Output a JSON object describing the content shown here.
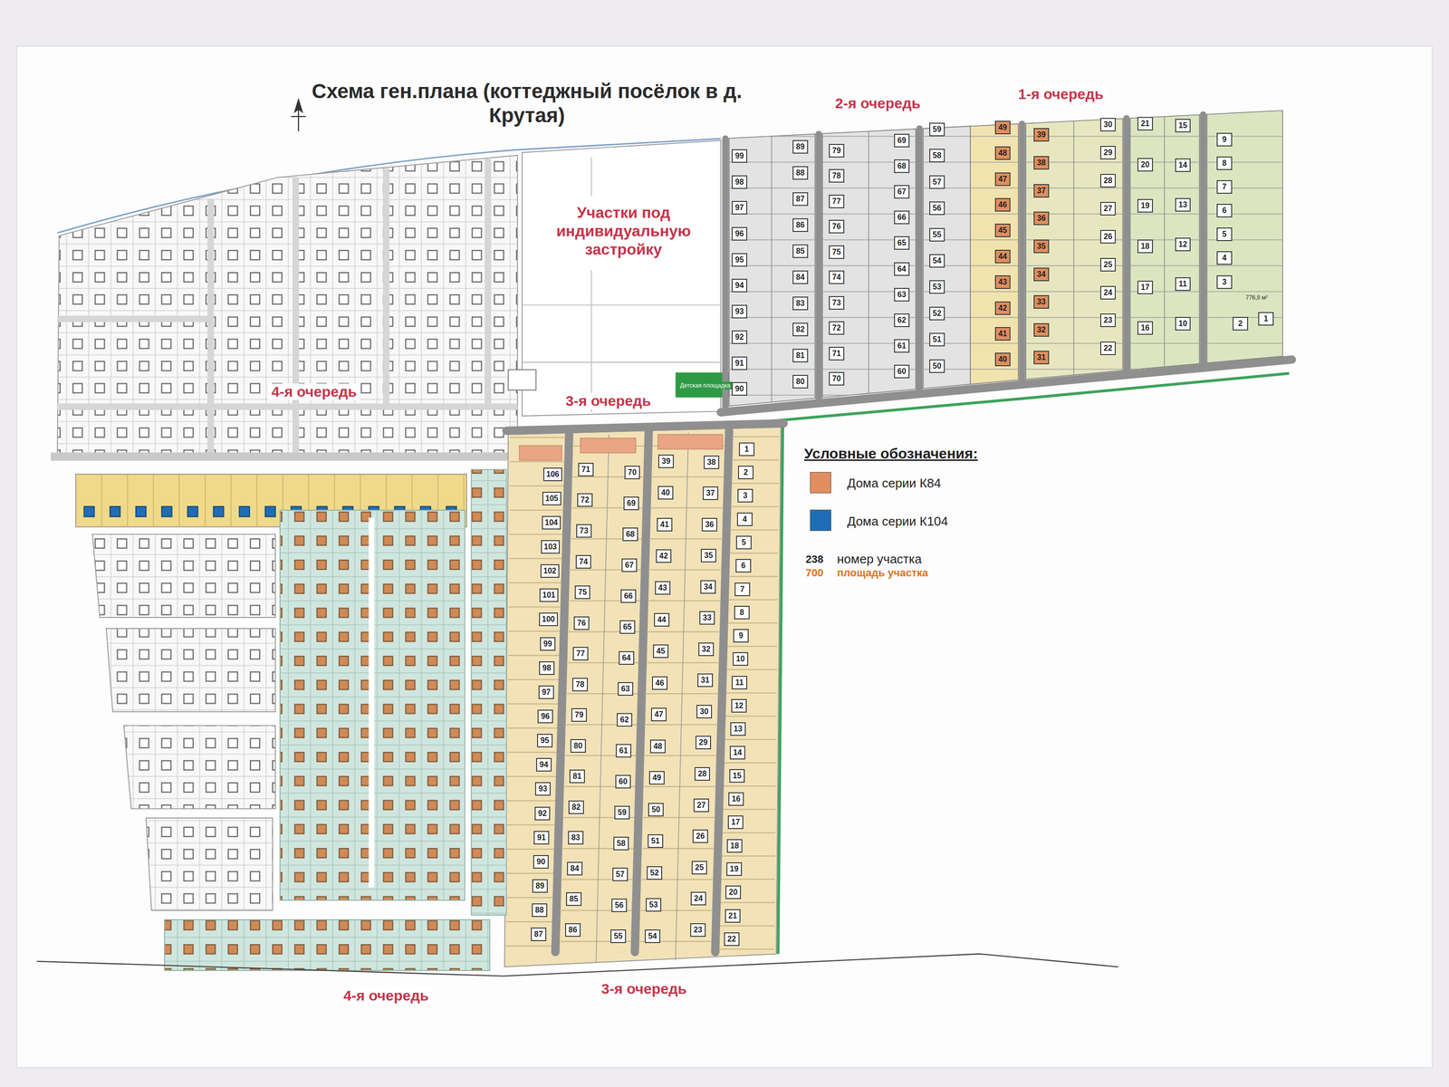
{
  "diagram": {
    "title": "Схема ген.плана (коттеджный посёлок в д. Крутая)",
    "nodes": [
      {
        "text": [
          "99"
        ]
      },
      {
        "text": [
          "98"
        ]
      },
      {
        "text": [
          "97"
        ]
      },
      {
        "text": [
          "96"
        ]
      },
      {
        "text": [
          "95"
        ]
      },
      {
        "text": [
          "94"
        ]
      },
      {
        "text": [
          "93"
        ]
      },
      {
        "text": [
          "92"
        ]
      },
      {
        "text": [
          "91"
        ]
      },
      {
        "text": [
          "90"
        ]
      },
      {
        "text": [
          "89"
        ]
      },
      {
        "text": [
          "88"
        ]
      },
      {
        "text": [
          "87"
        ]
      },
      {
        "text": [
          "86"
        ]
      },
      {
        "text": [
          "85"
        ]
      },
      {
        "text": [
          "84"
        ]
      },
      {
        "text": [
          "83"
        ]
      },
      {
        "text": [
          "82"
        ]
      },
      {
        "text": [
          "81"
        ]
      },
      {
        "text": [
          "80"
        ]
      },
      {
        "text": [
          "79"
        ]
      },
      {
        "text": [
          "78"
        ]
      },
      {
        "text": [
          "77"
        ]
      },
      {
        "text": [
          "76"
        ]
      },
      {
        "text": [
          "75"
        ]
      },
      {
        "text": [
          "74"
        ]
      },
      {
        "text": [
          "73"
        ]
      },
      {
        "text": [
          "72"
        ]
      },
      {
        "text": [
          "71"
        ]
      },
      {
        "text": [
          "70"
        ]
      },
      {
        "text": [
          "69"
        ]
      },
      {
        "text": [
          "68"
        ]
      },
      {
        "text": [
          "67"
        ]
      },
      {
        "text": [
          "66"
        ]
      },
      {
        "text": [
          "65"
        ]
      },
      {
        "text": [
          "64"
        ]
      },
      {
        "text": [
          "63"
        ]
      },
      {
        "text": [
          "62"
        ]
      },
      {
        "text": [
          "61"
        ]
      },
      {
        "text": [
          "60"
        ]
      },
      {
        "text": [
          "59"
        ]
      },
      {
        "text": [
          "58"
        ]
      },
      {
        "text": [
          "57"
        ]
      },
      {
        "text": [
          "56"
        ]
      },
      {
        "text": [
          "55"
        ]
      },
      {
        "text": [
          "54"
        ]
      },
      {
        "text": [
          "53"
        ]
      },
      {
        "text": [
          "52"
        ]
      },
      {
        "text": [
          "51"
        ]
      },
      {
        "text": [
          "50"
        ]
      },
      {
        "text": [
          "49"
        ]
      },
      {
        "text": [
          "48"
        ]
      },
      {
        "text": [
          "47"
        ]
      },
      {
        "text": [
          "46"
        ]
      },
      {
        "text": [
          "45"
        ]
      },
      {
        "text": [
          "44"
        ]
      },
      {
        "text": [
          "43"
        ]
      },
      {
        "text": [
          "42"
        ]
      },
      {
        "text": [
          "41"
        ]
      },
      {
        "text": [
          "40"
        ]
      },
      {
        "text": [
          "39"
        ]
      },
      {
        "text": [
          "38"
        ]
      },
      {
        "text": [
          "37"
        ]
      },
      {
        "text": [
          "36"
        ]
      },
      {
        "text": [
          "35"
        ]
      },
      {
        "text": [
          "34"
        ]
      },
      {
        "text": [
          "33"
        ]
      },
      {
        "text": [
          "32"
        ]
      },
      {
        "text": [
          "31"
        ]
      },
      {
        "text": [
          "30"
        ]
      },
      {
        "text": [
          "29"
        ]
      },
      {
        "text": [
          "28"
        ]
      },
      {
        "text": [
          "27"
        ]
      },
      {
        "text": [
          "26"
        ]
      },
      {
        "text": [
          "25"
        ]
      },
      {
        "text": [
          "24"
        ]
      },
      {
        "text": [
          "23"
        ]
      },
      {
        "text": [
          "22"
        ]
      },
      {
        "text": [
          "21"
        ]
      },
      {
        "text": [
          "20"
        ]
      },
      {
        "text": [
          "19"
        ]
      },
      {
        "text": [
          "18"
        ]
      },
      {
        "text": [
          "17"
        ]
      },
      {
        "text": [
          "16"
        ]
      },
      {
        "text": [
          "15"
        ]
      },
      {
        "text": [
          "14"
        ]
      },
      {
        "text": [
          "13"
        ]
      },
      {
        "text": [
          "12"
        ]
      },
      {
        "text": [
          "11"
        ]
      },
      {
        "text": [
          "10"
        ]
      },
      {
        "text": [
          "9"
        ]
      },
      {
        "text": [
          "8"
        ]
      },
      {
        "text": [
          "7"
        ]
      },
      {
        "text": [
          "6"
        ]
      },
      {
        "text": [
          "5"
        ]
      },
      {
        "text": [
          "4"
        ]
      },
      {
        "text": [
          "3"
        ]
      },
      {
        "text": [
          "2"
        ]
      },
      {
        "text": [
          "1"
        ]
      },
      {
        "text": [
          "106"
        ]
      },
      {
        "text": [
          "105"
        ]
      },
      {
        "text": [
          "104"
        ]
      },
      {
        "text": [
          "103"
        ]
      },
      {
        "text": [
          "102"
        ]
      },
      {
        "text": [
          "101"
        ]
      },
      {
        "text": [
          "100"
        ]
      },
      {
        "text": [
          "99"
        ]
      },
      {
        "text": [
          "98"
        ]
      },
      {
        "text": [
          "97"
        ]
      },
      {
        "text": [
          "96"
        ]
      },
      {
        "text": [
          "95"
        ]
      },
      {
        "text": [
          "94"
        ]
      },
      {
        "text": [
          "93"
        ]
      },
      {
        "text": [
          "92"
        ]
      },
      {
        "text": [
          "91"
        ]
      },
      {
        "text": [
          "90"
        ]
      },
      {
        "text": [
          "89"
        ]
      },
      {
        "text": [
          "88"
        ]
      },
      {
        "text": [
          "87"
        ]
      },
      {
        "text": [
          "71"
        ]
      },
      {
        "text": [
          "72"
        ]
      },
      {
        "text": [
          "73"
        ]
      },
      {
        "text": [
          "74"
        ]
      },
      {
        "text": [
          "75"
        ]
      },
      {
        "text": [
          "76"
        ]
      },
      {
        "text": [
          "77"
        ]
      },
      {
        "text": [
          "78"
        ]
      },
      {
        "text": [
          "79"
        ]
      },
      {
        "text": [
          "80"
        ]
      },
      {
        "text": [
          "81"
        ]
      },
      {
        "text": [
          "82"
        ]
      },
      {
        "text": [
          "83"
        ]
      },
      {
        "text": [
          "84"
        ]
      },
      {
        "text": [
          "85"
        ]
      },
      {
        "text": [
          "86"
        ]
      },
      {
        "text": [
          "70"
        ]
      },
      {
        "text": [
          "69"
        ]
      },
      {
        "text": [
          "68"
        ]
      },
      {
        "text": [
          "67"
        ]
      },
      {
        "text": [
          "66"
        ]
      },
      {
        "text": [
          "65"
        ]
      },
      {
        "text": [
          "64"
        ]
      },
      {
        "text": [
          "63"
        ]
      },
      {
        "text": [
          "62"
        ]
      },
      {
        "text": [
          "61"
        ]
      },
      {
        "text": [
          "60"
        ]
      },
      {
        "text": [
          "59"
        ]
      },
      {
        "text": [
          "58"
        ]
      },
      {
        "text": [
          "57"
        ]
      },
      {
        "text": [
          "56"
        ]
      },
      {
        "text": [
          "55"
        ]
      },
      {
        "text": [
          "39"
        ]
      },
      {
        "text": [
          "40"
        ]
      },
      {
        "text": [
          "41"
        ]
      },
      {
        "text": [
          "42"
        ]
      },
      {
        "text": [
          "43"
        ]
      },
      {
        "text": [
          "44"
        ]
      },
      {
        "text": [
          "45"
        ]
      },
      {
        "text": [
          "46"
        ]
      },
      {
        "text": [
          "47"
        ]
      },
      {
        "text": [
          "48"
        ]
      },
      {
        "text": [
          "49"
        ]
      },
      {
        "text": [
          "50"
        ]
      },
      {
        "text": [
          "51"
        ]
      },
      {
        "text": [
          "52"
        ]
      },
      {
        "text": [
          "53"
        ]
      },
      {
        "text": [
          "54"
        ]
      },
      {
        "text": [
          "38"
        ]
      },
      {
        "text": [
          "37"
        ]
      },
      {
        "text": [
          "36"
        ]
      },
      {
        "text": [
          "35"
        ]
      },
      {
        "text": [
          "34"
        ]
      },
      {
        "text": [
          "33"
        ]
      },
      {
        "text": [
          "32"
        ]
      },
      {
        "text": [
          "31"
        ]
      },
      {
        "text": [
          "30"
        ]
      },
      {
        "text": [
          "29"
        ]
      },
      {
        "text": [
          "28"
        ]
      },
      {
        "text": [
          "27"
        ]
      },
      {
        "text": [
          "26"
        ]
      },
      {
        "text": [
          "25"
        ]
      },
      {
        "text": [
          "24"
        ]
      },
      {
        "text": [
          "23"
        ]
      },
      {
        "text": [
          "1"
        ]
      },
      {
        "text": [
          "2"
        ]
      },
      {
        "text": [
          "3"
        ]
      },
      {
        "text": [
          "4"
        ]
      },
      {
        "text": [
          "5"
        ]
      },
      {
        "text": [
          "6"
        ]
      },
      {
        "text": [
          "7"
        ]
      },
      {
        "text": [
          "8"
        ]
      },
      {
        "text": [
          "9"
        ]
      },
      {
        "text": [
          "10"
        ]
      },
      {
        "text": [
          "11"
        ]
      },
      {
        "text": [
          "12"
        ]
      },
      {
        "text": [
          "13"
        ]
      },
      {
        "text": [
          "14"
        ]
      },
      {
        "text": [
          "15"
        ]
      },
      {
        "text": [
          "16"
        ]
      },
      {
        "text": [
          "17"
        ]
      },
      {
        "text": [
          "18"
        ]
      },
      {
        "text": [
          "19"
        ]
      },
      {
        "text": [
          "20"
        ]
      },
      {
        "text": [
          "21"
        ]
      },
      {
        "text": [
          "22"
        ]
      }
    ],
    "labels": [
      "2-я очередь",
      "1-я очередь",
      "Участки под индивидуальную застройку",
      "4-я очередь",
      "3-я очередь",
      "Детская площадка",
      "776,8 м²",
      "4-я очередь",
      "3-я очередь",
      "Условные обозначения:",
      "238",
      "номер участка",
      "700",
      "площадь участка"
    ],
    "legend": [
      {
        "text": "Дома серии К84",
        "color": "#e08e5e"
      },
      {
        "text": "Дома серии К104",
        "color": "#1f6db4"
      }
    ]
  }
}
